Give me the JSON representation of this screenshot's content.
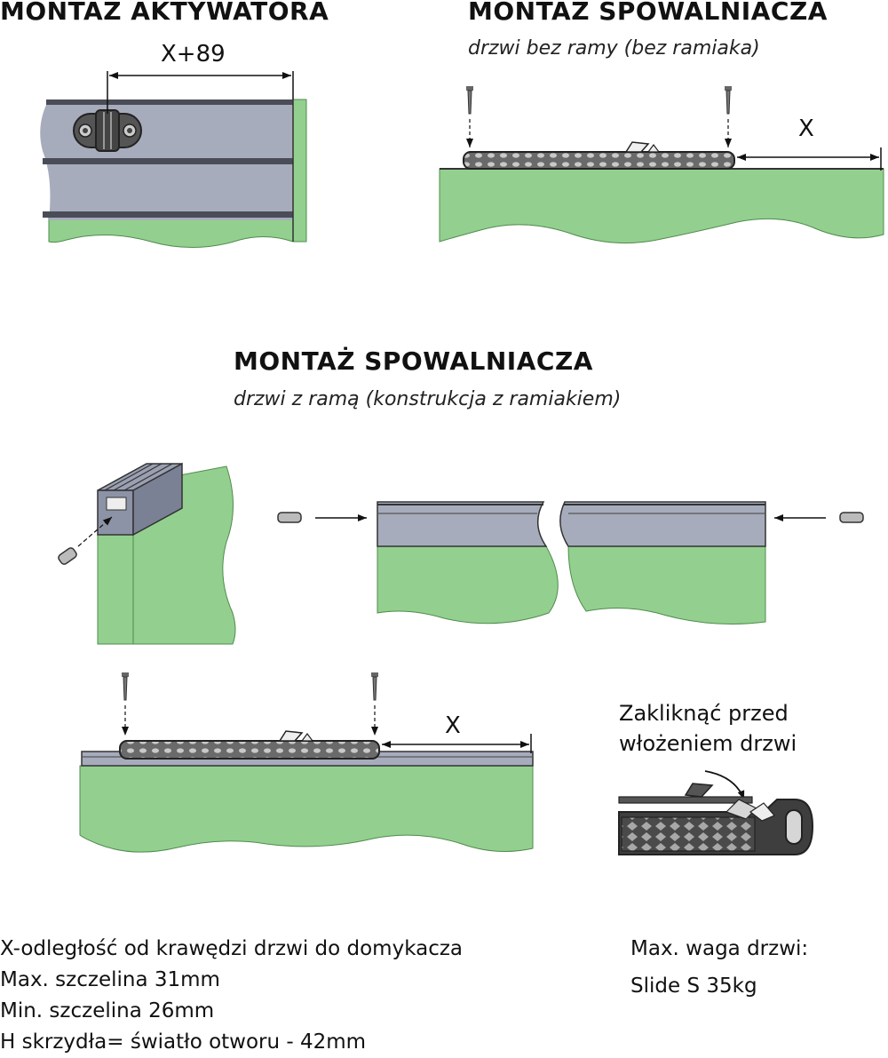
{
  "actuator": {
    "title": "MONTAZ AKTYWATORA",
    "dimension": "X+89"
  },
  "slow_frameless": {
    "title": "MONTAZ SPOWALNIACZA",
    "subtitle": "drzwi bez ramy (bez ramiaka)",
    "dimension": "X"
  },
  "slow_framed": {
    "title": "MONTAŻ SPOWALNIACZA",
    "subtitle": "drzwi z ramą (konstrukcja z ramiakiem)",
    "dimension": "X",
    "click_note_1": "Zakliknąć przed",
    "click_note_2": "włożeniem drzwi"
  },
  "notes": {
    "lines": [
      "X-odległość od krawędzi drzwi do domykacza",
      "Max. szczelina 31mm",
      "Min. szczelina 26mm",
      "H skrzydła= światło otworu - 42mm"
    ],
    "weight_label": "Max. waga drzwi:",
    "weight_value": "Slide S   35kg"
  },
  "colors": {
    "door_green": "#93d08f",
    "rail_gray": "#a7acbc",
    "dark": "#333333",
    "mechanism": "#555555"
  }
}
